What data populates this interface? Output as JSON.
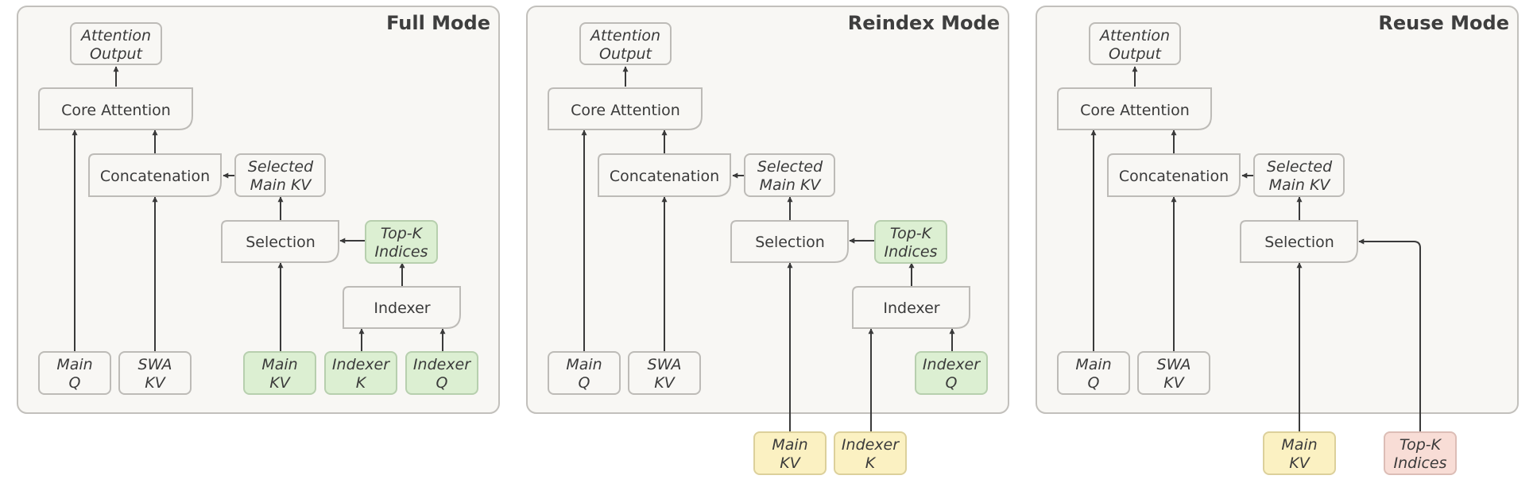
{
  "full_mode": {
    "title": "Full Mode",
    "attention_output": [
      "Attention",
      "Output"
    ],
    "core_attention": "Core Attention",
    "concatenation": "Concatenation",
    "selected_main_kv": [
      "Selected",
      "Main KV"
    ],
    "selection": "Selection",
    "top_k_indices": [
      "Top-K",
      "Indices"
    ],
    "indexer": "Indexer",
    "main_q": [
      "Main",
      "Q"
    ],
    "swa_kv": [
      "SWA",
      "KV"
    ],
    "main_kv": [
      "Main",
      "KV"
    ],
    "indexer_k": [
      "Indexer",
      "K"
    ],
    "indexer_q": [
      "Indexer",
      "Q"
    ]
  },
  "reindex_mode": {
    "title": "Reindex Mode",
    "attention_output": [
      "Attention",
      "Output"
    ],
    "core_attention": "Core Attention",
    "concatenation": "Concatenation",
    "selected_main_kv": [
      "Selected",
      "Main KV"
    ],
    "selection": "Selection",
    "top_k_indices": [
      "Top-K",
      "Indices"
    ],
    "indexer": "Indexer",
    "main_q": [
      "Main",
      "Q"
    ],
    "swa_kv": [
      "SWA",
      "KV"
    ],
    "indexer_q": [
      "Indexer",
      "Q"
    ],
    "main_kv": [
      "Main",
      "KV"
    ],
    "indexer_k": [
      "Indexer",
      "K"
    ]
  },
  "reuse_mode": {
    "title": "Reuse Mode",
    "attention_output": [
      "Attention",
      "Output"
    ],
    "core_attention": "Core Attention",
    "concatenation": "Concatenation",
    "selected_main_kv": [
      "Selected",
      "Main KV"
    ],
    "selection": "Selection",
    "main_q": [
      "Main",
      "Q"
    ],
    "swa_kv": [
      "SWA",
      "KV"
    ],
    "main_kv": [
      "Main",
      "KV"
    ],
    "top_k_indices": [
      "Top-K",
      "Indices"
    ]
  },
  "colors": {
    "panel_bg": "#f8f7f4",
    "input_green": "#dcefd2",
    "external_yellow": "#fbf1c2",
    "external_pink": "#f8ddd6"
  }
}
